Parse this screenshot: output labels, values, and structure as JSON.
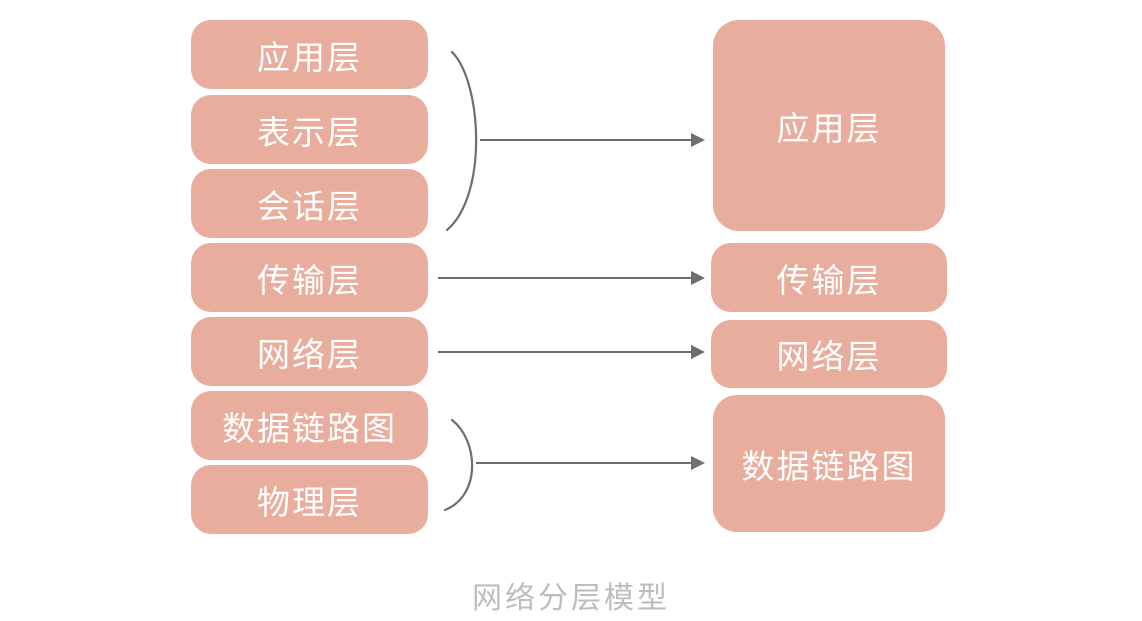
{
  "osi_layers": [
    "应用层",
    "表示层",
    "会话层",
    "传输层",
    "网络层",
    "数据链路图",
    "物理层"
  ],
  "tcpip_layers": [
    "应用层",
    "传输层",
    "网络层",
    "数据链路图"
  ],
  "caption": "网络分层模型",
  "colors": {
    "box_fill": "#e8ad9c",
    "box_text": "#ffffff",
    "arrow": "#6e6e6e",
    "caption": "#bdbdbd"
  }
}
